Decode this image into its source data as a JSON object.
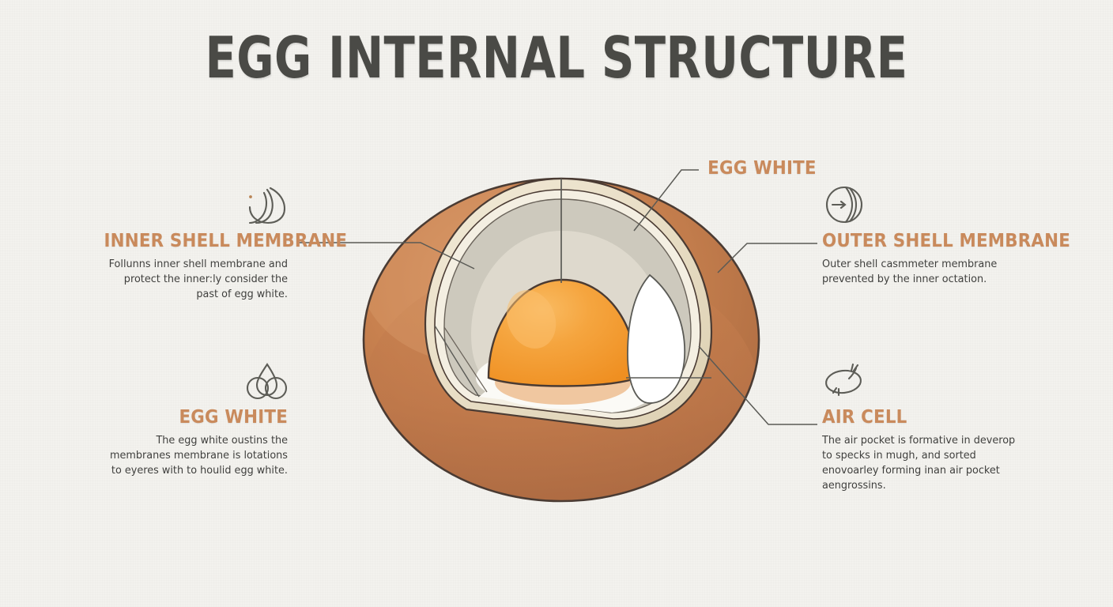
{
  "page": {
    "title": "EGG INTERNAL STRUCTURE",
    "background_color": "#f3f2ee",
    "accent_color": "#c98a5c",
    "title_color": "#4a4a46",
    "body_text_color": "#3f3f3d",
    "line_color": "#5a5a55"
  },
  "diagram": {
    "name": "egg-cutaway-illustration",
    "colors": {
      "shell": "#c8814f",
      "shell_shadow": "#b06f43",
      "shell_outline": "#4a3b33",
      "outer_membrane": "#e9dfc8",
      "inner_membrane": "#efe8d8",
      "albumen_outer": "#cdc9bd",
      "albumen_mid": "#dcd8cc",
      "albumen_inner": "#f4f3ec",
      "yolk": "#f39b32",
      "yolk_highlight": "#f8b65c",
      "yolk_shadow": "#f0c7a0",
      "air_cell": "#ffffff"
    }
  },
  "labels": {
    "egg_white_top": {
      "title": "EGG WHITE"
    },
    "inner_shell_membrane": {
      "icon": "crescent-layers-icon",
      "title": "INNER SHELL MEMBRANE",
      "body": "Follunns inner shell membrane and protect the inner:ly consider the past of egg white."
    },
    "egg_white": {
      "icon": "droplet-circles-icon",
      "title": "EGG WHITE",
      "body": "The egg white oustins the membranes membrane is lotations to eyeres with to houlid egg white."
    },
    "outer_shell_membrane": {
      "icon": "sphere-arrow-icon",
      "title": "OUTER SHELL MEMBRANE",
      "body": "Outer shell casmmeter membrane prevented by the inner octation."
    },
    "air_cell": {
      "icon": "air-bubble-icon",
      "title": "AIR CELL",
      "body": "The air pocket is formative in deverop to specks in mugh, and sorted enovoarley forming inan air pocket aengrossins."
    }
  }
}
